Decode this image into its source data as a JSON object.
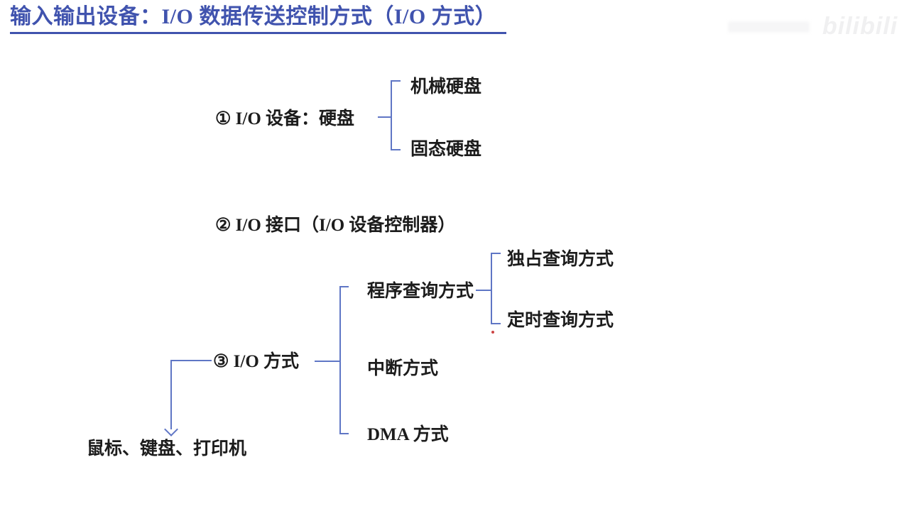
{
  "title": {
    "text": "输入输出设备：I/O 数据传送控制方式（I/O 方式）"
  },
  "watermark": {
    "logo": "bilibili"
  },
  "colors": {
    "title_blue": "#4053ae",
    "line_blue": "#5f76c5",
    "text_black": "#1c1c1c",
    "red_dot": "#cc4444",
    "watermark_gray": "#f0f0f1"
  },
  "nodes": {
    "device": {
      "label": "① I/O 设备：硬盘",
      "children": [
        "机械硬盘",
        "固态硬盘"
      ]
    },
    "interface": {
      "label": "② I/O 接口（I/O 设备控制器）"
    },
    "io_mode": {
      "label": "③ I/O 方式",
      "children": [
        "程序查询方式",
        "中断方式",
        "DMA 方式"
      ],
      "examples": "鼠标、键盘、打印机"
    },
    "program_query": {
      "children": [
        "独占查询方式",
        "定时查询方式"
      ]
    }
  }
}
